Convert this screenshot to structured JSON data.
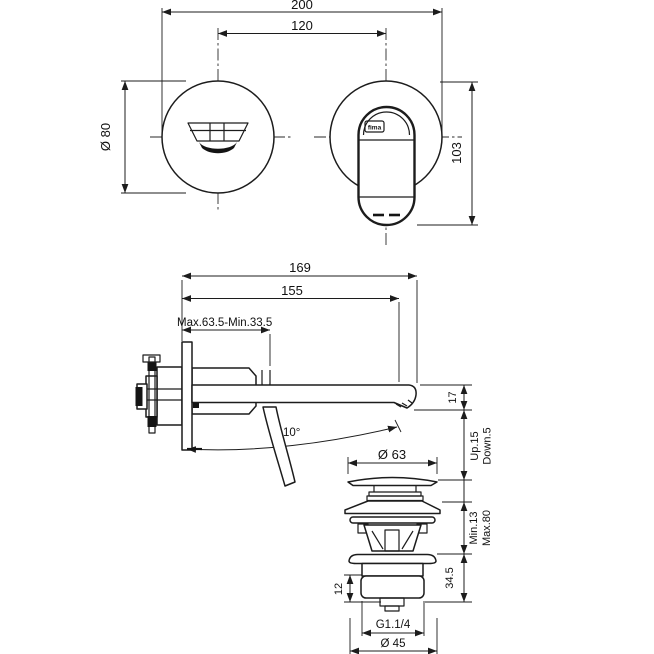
{
  "colors": {
    "line": "#1c1c1c",
    "background": "#ffffff"
  },
  "top_view": {
    "overall_width": "200",
    "centers_distance": "120",
    "escutcheon_diameter": "Ø 80",
    "handle_length": "103",
    "brand": "fima"
  },
  "side_view": {
    "spout_overall": "169",
    "spout_projection": "155",
    "wall_depth": "Max.63.5-Min.33.5",
    "tip_height": "17",
    "swivel_angle": "10°"
  },
  "drain_view": {
    "cap_diameter": "Ø 63",
    "up_travel": "Up.15",
    "down_travel": "Down.5",
    "deck_min": "Min.13",
    "deck_max": "Max.80",
    "body_height": "34.5",
    "thread_length": "12",
    "thread_size": "G1.1/4",
    "waste_diameter": "Ø 45"
  }
}
